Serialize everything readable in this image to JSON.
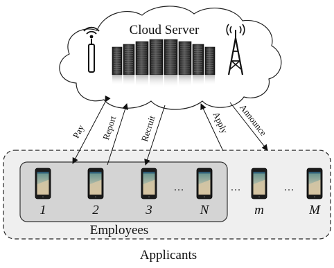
{
  "title": "Cloud Server",
  "arrow_labels": {
    "pay": "Pay",
    "report": "Report",
    "recruit": "Recruit",
    "apply": "Apply",
    "announce": "Announce"
  },
  "phones": [
    {
      "label": "1",
      "group": "employee"
    },
    {
      "label": "2",
      "group": "employee"
    },
    {
      "label": "3",
      "group": "employee"
    },
    {
      "label": "N",
      "group": "employee"
    },
    {
      "label": "m",
      "group": "applicant"
    },
    {
      "label": "M",
      "group": "applicant"
    }
  ],
  "ellipsis": "…",
  "groups": {
    "employees": "Employees",
    "applicants": "Applicants"
  },
  "icons": {
    "left": "wifi-router-icon",
    "center": "server-rack-icon",
    "right": "cell-tower-icon"
  }
}
